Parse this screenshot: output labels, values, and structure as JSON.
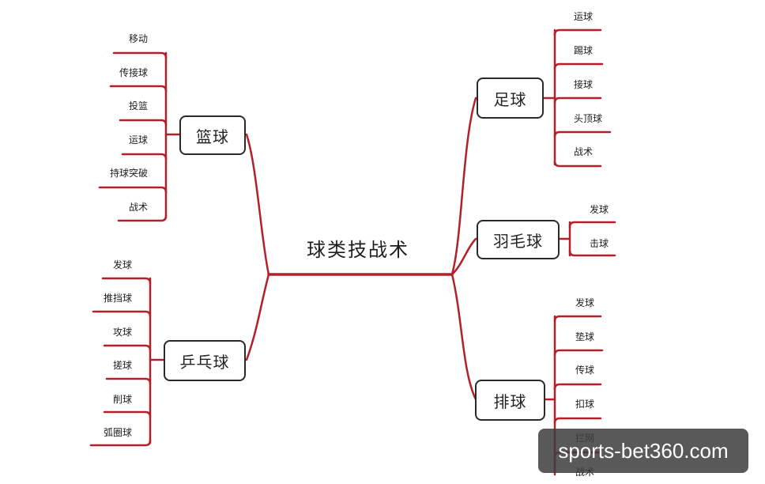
{
  "center": {
    "title": "球类技战术"
  },
  "categories": {
    "basketball": {
      "label": "篮球",
      "items": [
        "移动",
        "传接球",
        "投篮",
        "运球",
        "持球突破",
        "战术"
      ]
    },
    "pingpong": {
      "label": "乒乓球",
      "items": [
        "发球",
        "推挡球",
        "攻球",
        "搓球",
        "削球",
        "弧圈球"
      ]
    },
    "football": {
      "label": "足球",
      "items": [
        "运球",
        "踢球",
        "接球",
        "头顶球",
        "战术"
      ]
    },
    "badminton": {
      "label": "羽毛球",
      "items": [
        "发球",
        "击球"
      ]
    },
    "volleyball": {
      "label": "排球",
      "items": [
        "发球",
        "垫球",
        "传球",
        "扣球",
        "拦网",
        "战术"
      ]
    }
  },
  "watermark": {
    "text": "sports-bet360.com"
  },
  "colors": {
    "line": "#b3202a",
    "box_border": "#2a2a2a",
    "watermark_bg": "#3c3c3c"
  }
}
